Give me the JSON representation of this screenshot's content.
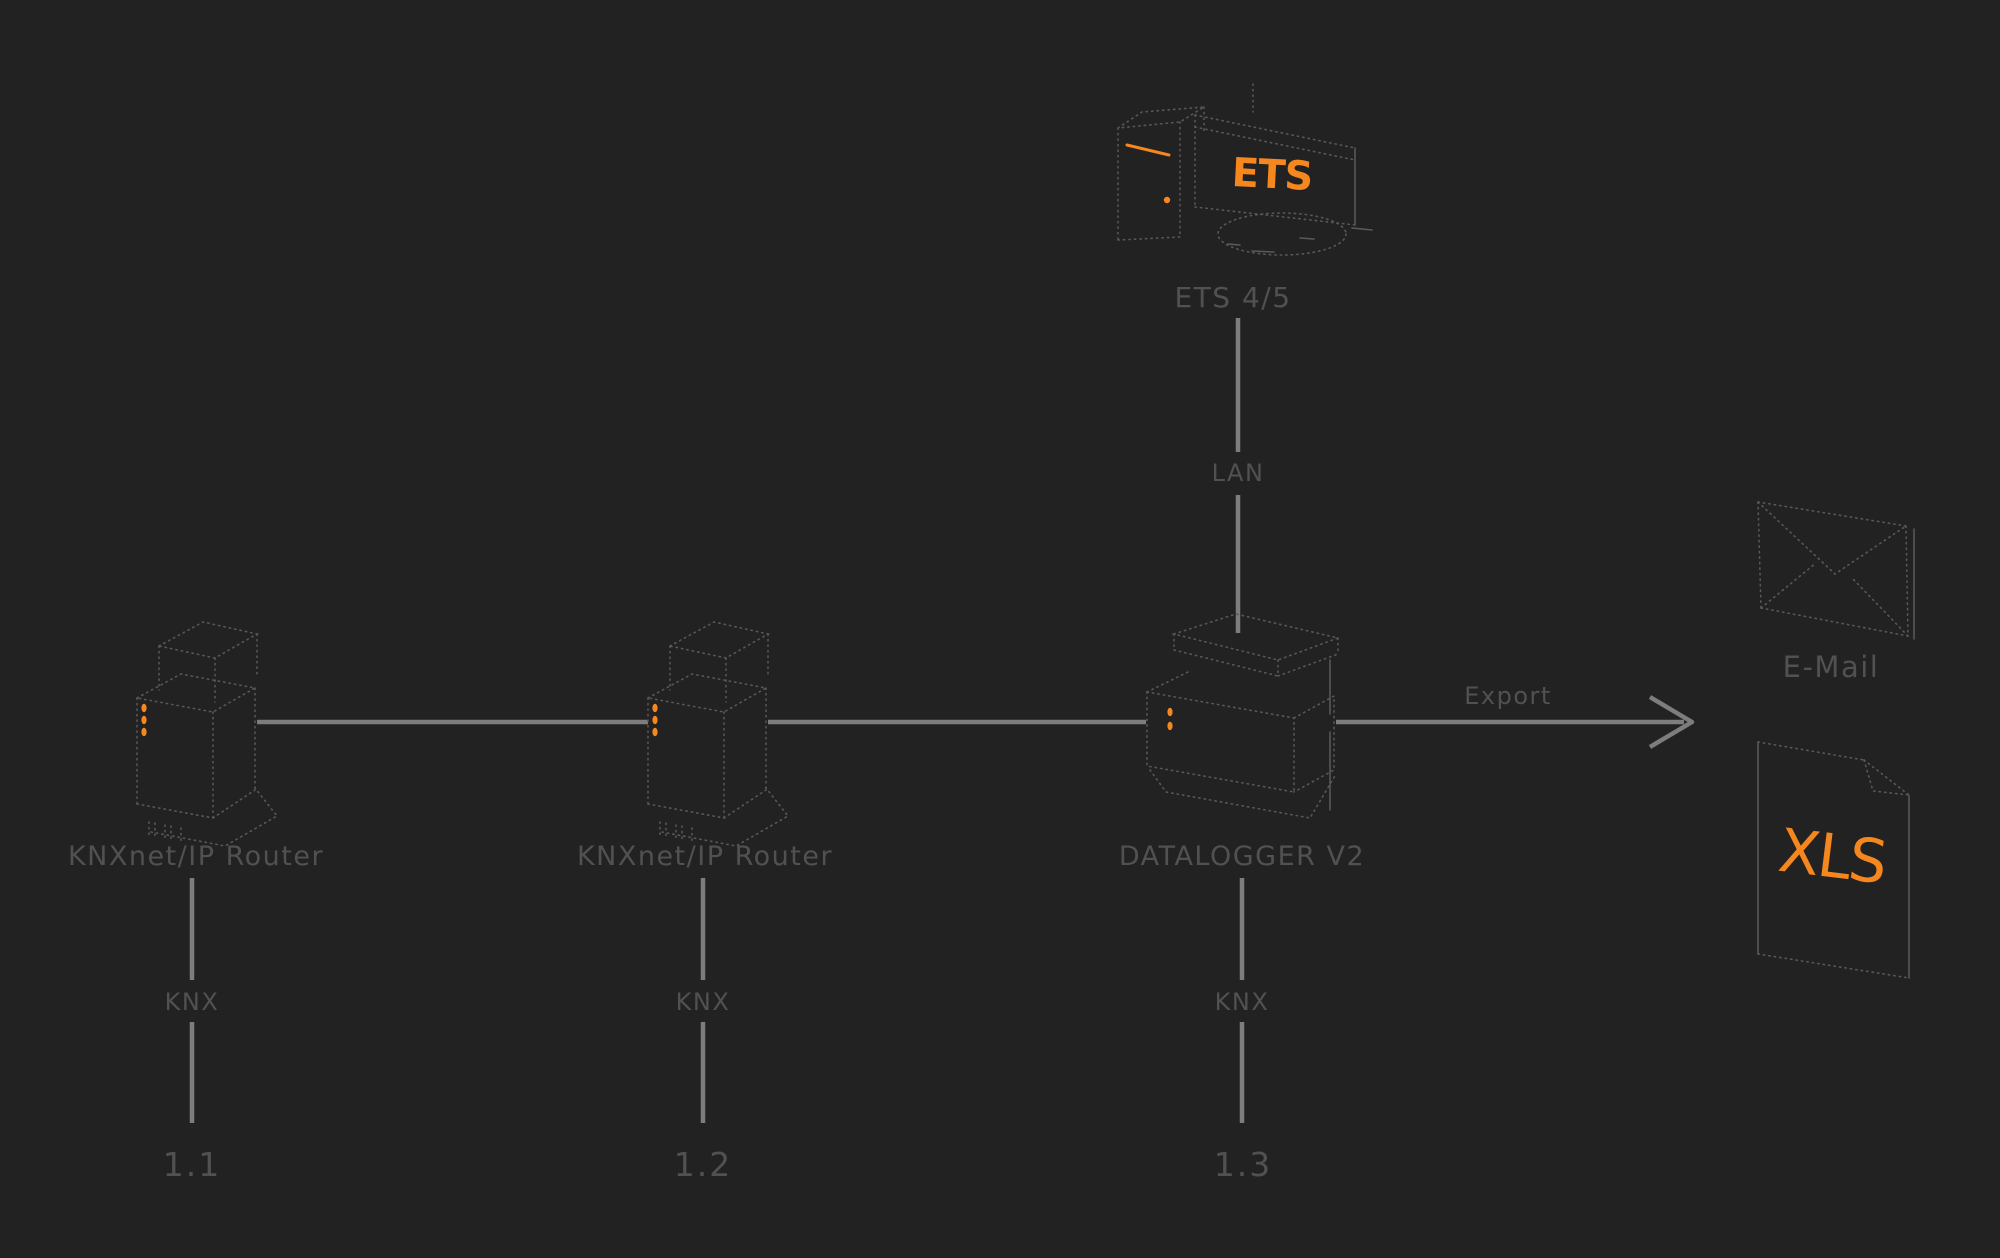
{
  "colors": {
    "background": "#212221",
    "bus_line": "#7d7d7d",
    "sketch_outline": "#585858",
    "label_text": "#565656",
    "accent_orange": "#F5871E"
  },
  "computer": {
    "screen_text": "ETS",
    "label": "ETS 4/5"
  },
  "connections": {
    "lan_label": "LAN",
    "export_label": "Export"
  },
  "devices": [
    {
      "label": "KNXnet/IP Router",
      "bus_label": "KNX",
      "address": "1.1"
    },
    {
      "label": "KNXnet/IP Router",
      "bus_label": "KNX",
      "address": "1.2"
    },
    {
      "label": "DATALOGGER V2",
      "bus_label": "KNX",
      "address": "1.3"
    }
  ],
  "outputs": {
    "email_label": "E-Mail",
    "spreadsheet_label": "XLS"
  }
}
